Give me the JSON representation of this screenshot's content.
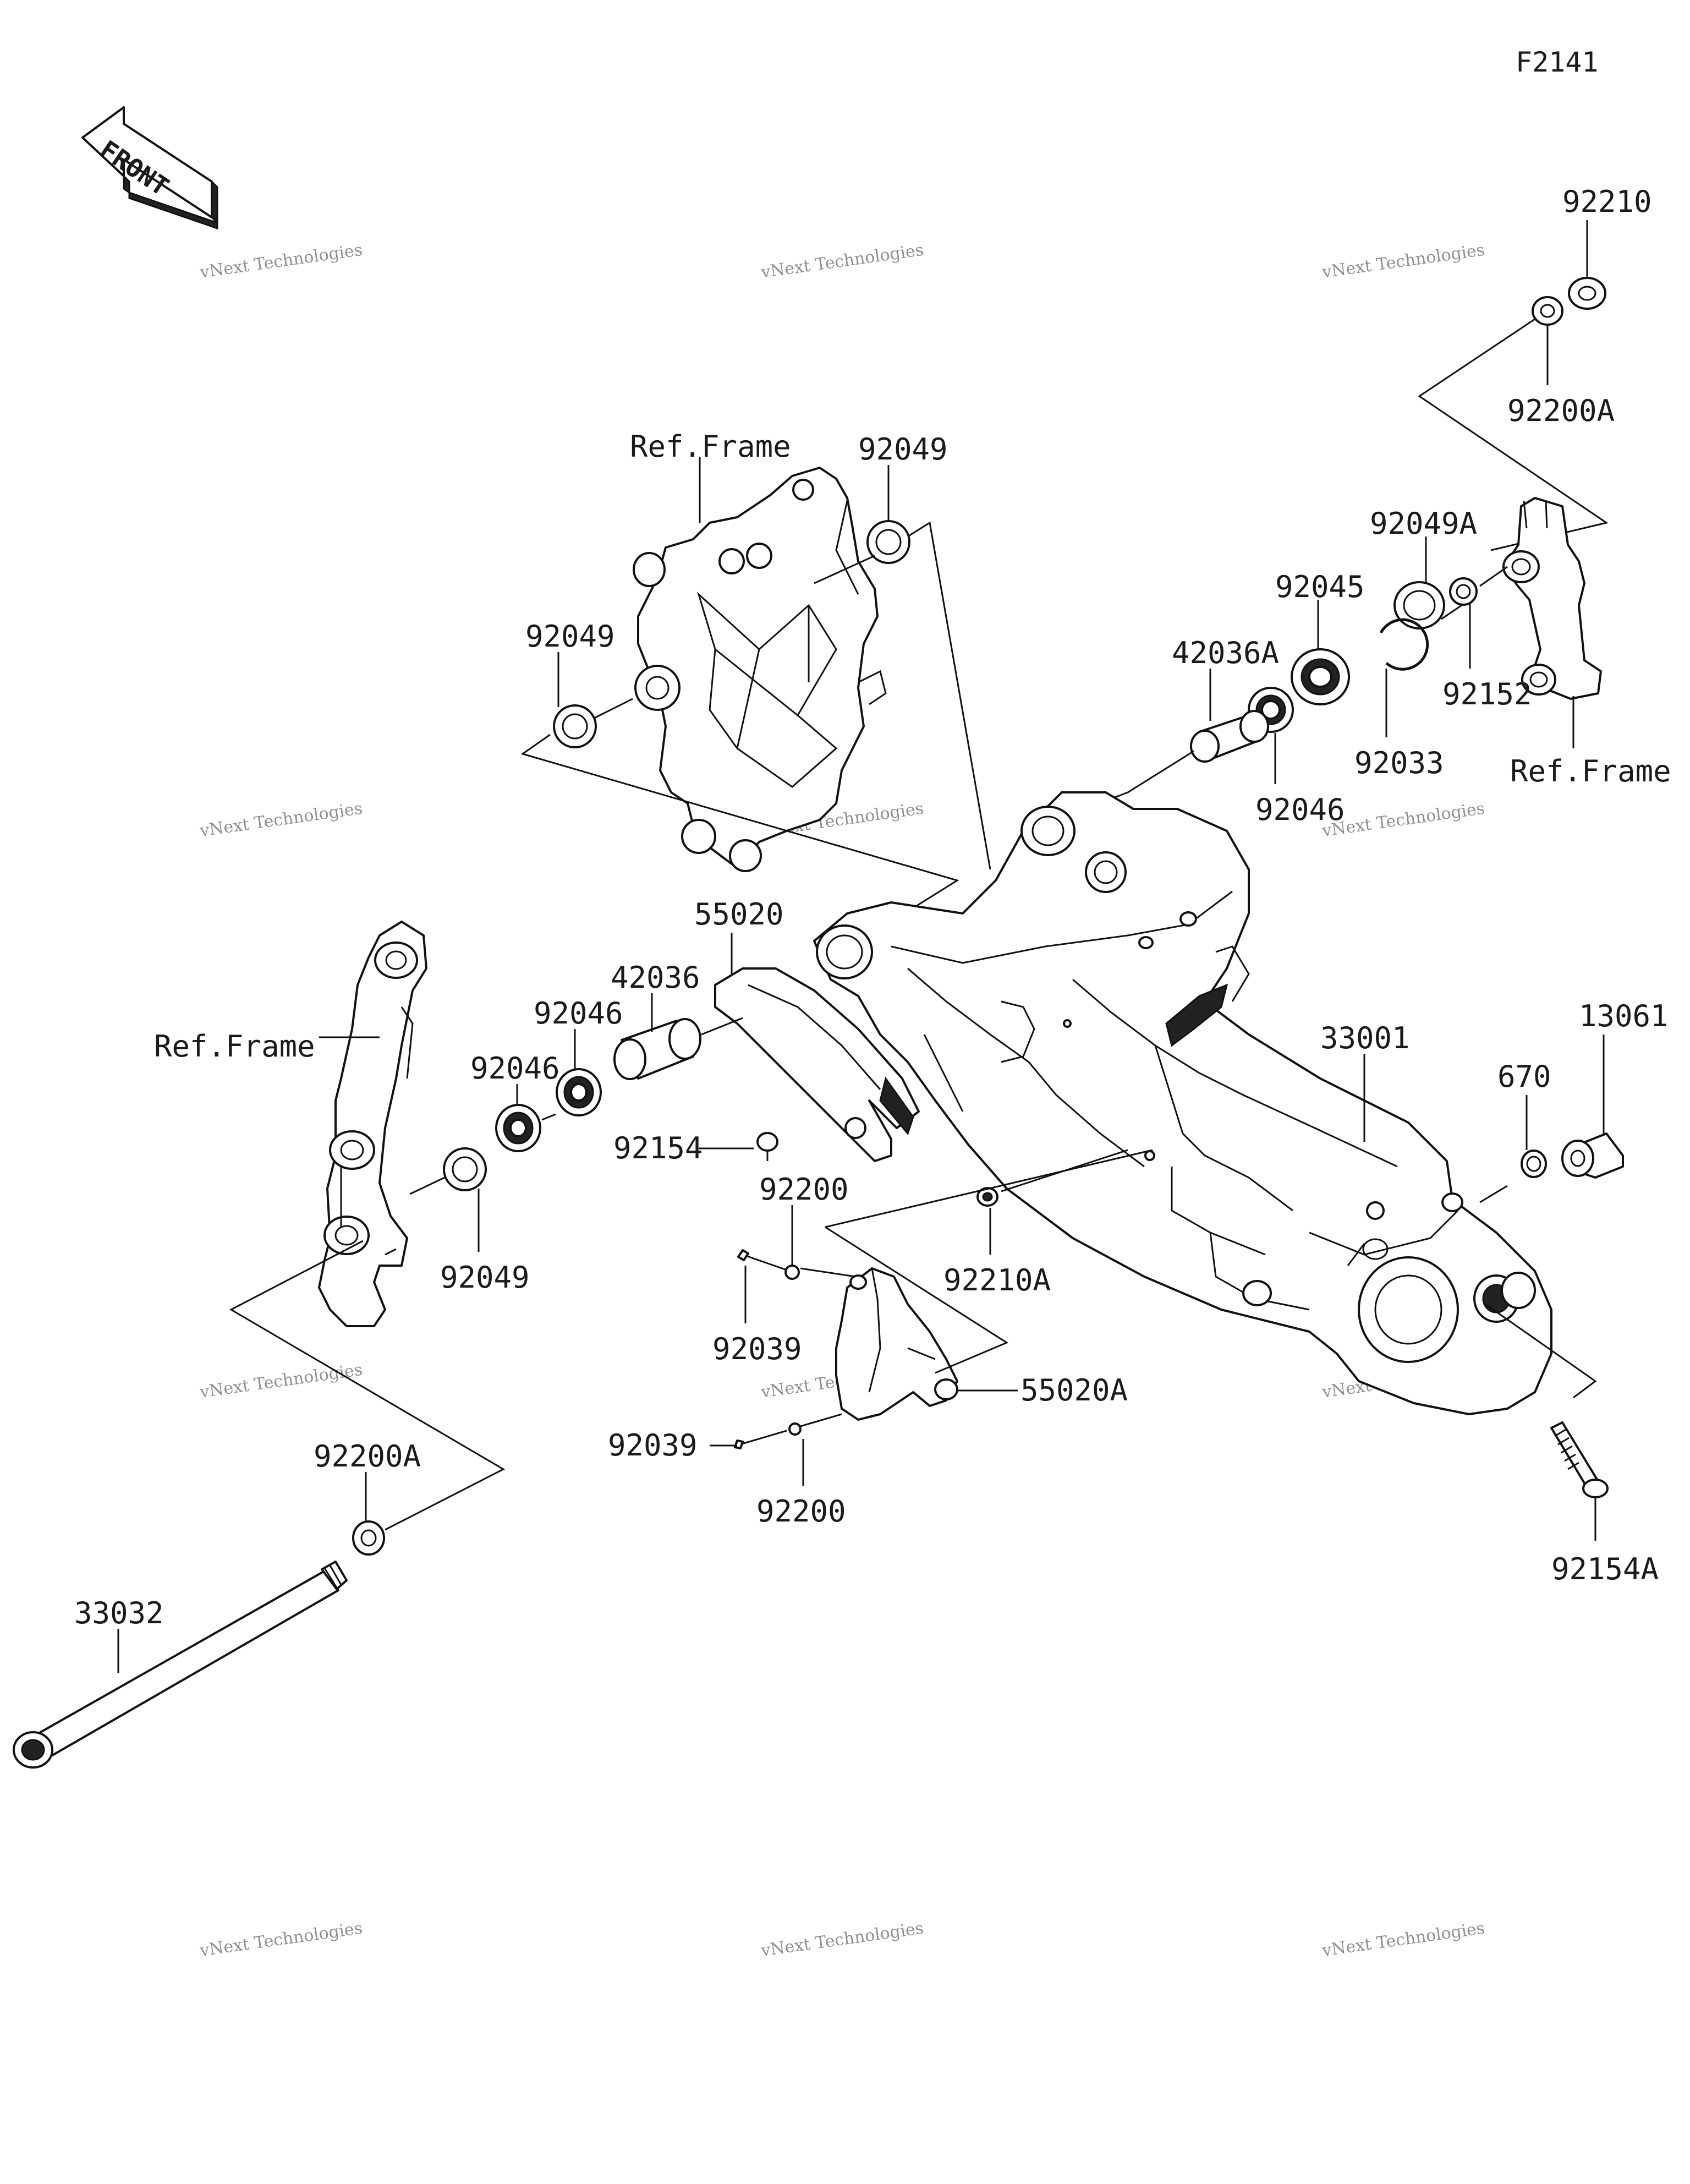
{
  "diagram_code": "F2141",
  "front_arrow_text": "FRONT",
  "watermark": {
    "line1": "vNext Technologies",
    "line2": "vNext\nTechnologies"
  },
  "labels": {
    "p92210": "92210",
    "p92200A_top": "92200A",
    "p92049A": "92049A",
    "p92045": "92045",
    "p42036A": "42036A",
    "p92152": "92152",
    "p92033": "92033",
    "p92046_right": "92046",
    "ref_frame_right": "Ref.Frame",
    "ref_frame_top": "Ref.Frame",
    "p92049_top": "92049",
    "p92049_mid": "92049",
    "p55020": "55020",
    "p42036": "42036",
    "p92046_a": "92046",
    "p92046_b": "92046",
    "ref_frame_left": "Ref.Frame",
    "p92049_low": "92049",
    "p92154": "92154",
    "p92200_a": "92200",
    "p92039_a": "92039",
    "p92210A": "92210A",
    "p55020A": "55020A",
    "p92039_b": "92039",
    "p92200_b": "92200",
    "p33001": "33001",
    "p670": "670",
    "p13061": "13061",
    "p92154A": "92154A",
    "p92200A_low": "92200A",
    "p33032": "33032"
  }
}
